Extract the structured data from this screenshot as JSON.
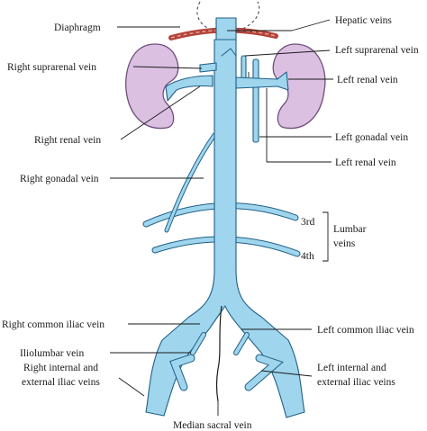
{
  "labels": {
    "diaphragm": "Diaphragm",
    "hepatic_veins": "Hepatic veins",
    "left_suprarenal_vein": "Left suprarenal vein",
    "right_suprarenal_vein": "Right suprarenal vein",
    "left_renal_vein_top": "Left renal vein",
    "right_renal_vein": "Right renal vein",
    "left_gonadal_vein": "Left gonadal vein",
    "left_renal_vein_bottom": "Left renal vein",
    "right_gonadal_vein": "Right gonadal vein",
    "lumbar_3rd": "3rd",
    "lumbar_4th": "4th",
    "lumbar_veins_1": "Lumbar",
    "lumbar_veins_2": "veins",
    "right_common_iliac_vein": "Right common iliac vein",
    "left_common_iliac_vein": "Left common iliac vein",
    "iliolumbar_vein": "Iliolumbar vein",
    "right_internal_external_1": "Right internal and",
    "right_internal_external_2": "external iliac veins",
    "left_internal_external_1": "Left internal and",
    "left_internal_external_2": "external iliac veins",
    "median_sacral_vein": "Median sacral vein"
  },
  "colors": {
    "vein_fill": "#9fd6ee",
    "vein_outline": "#1f5f86",
    "kidney_fill": "#dcc0e2",
    "diaphragm": "#b2443a"
  }
}
